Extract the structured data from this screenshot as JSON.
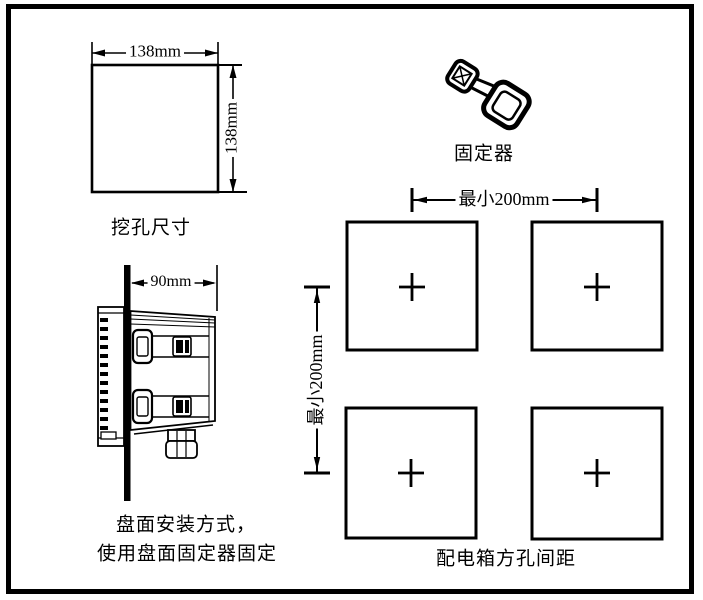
{
  "colors": {
    "background": "#ffffff",
    "ink": "#000000"
  },
  "cutout_section": {
    "title": "挖孔尺寸",
    "width_label": "138mm",
    "height_label": "138mm"
  },
  "fixer_section": {
    "title": "固定器"
  },
  "mounting_section": {
    "title_line1": "盘面安装方式，",
    "title_line2": "使用盘面固定器固定",
    "depth_label": "90mm"
  },
  "spacing_section": {
    "title": "配电箱方孔间距",
    "horizontal_label": "最小200mm",
    "vertical_label": "最小200mm"
  }
}
